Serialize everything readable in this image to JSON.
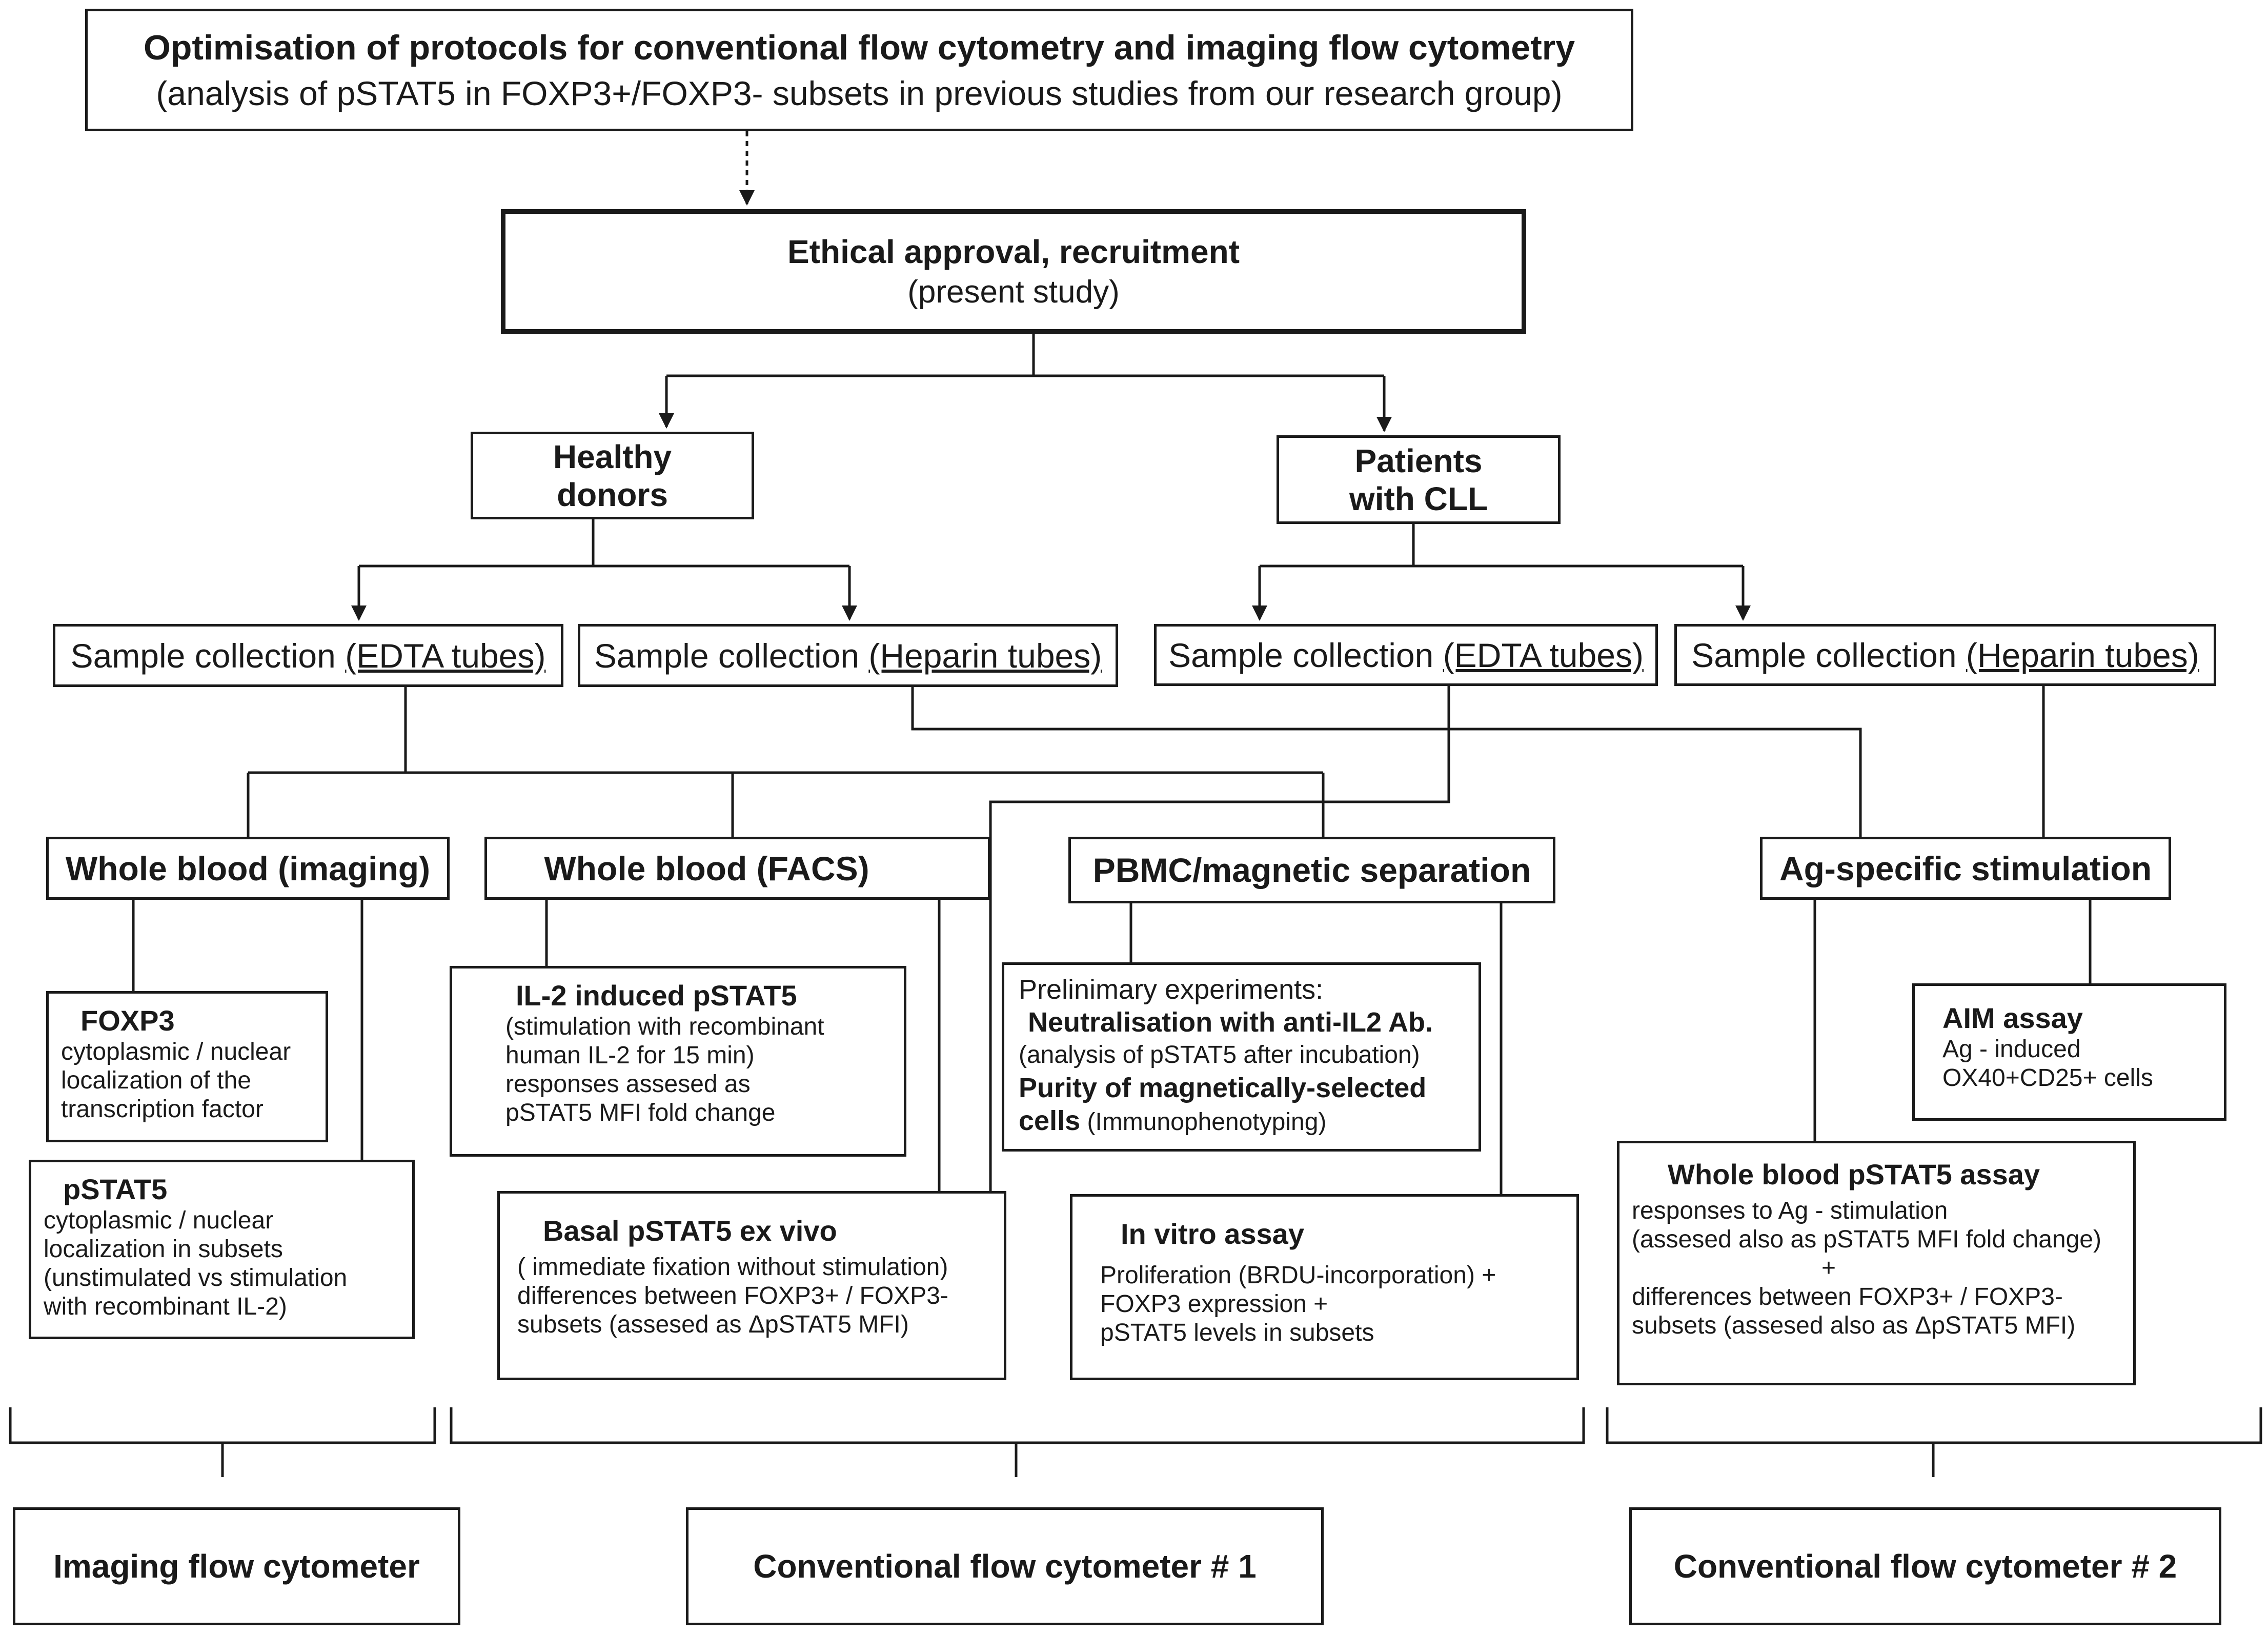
{
  "top": {
    "title": "Optimisation of protocols for conventional flow cytometry and  imaging flow cytometry",
    "subtitle": "(analysis of pSTAT5 in FOXP3+/FOXP3- subsets in  previous studies from our research group)"
  },
  "ethics": {
    "title": "Ethical approval, recruitment",
    "subtitle": "(present study)"
  },
  "groups": {
    "healthy": [
      "Healthy",
      "donors"
    ],
    "patients": [
      "Patients",
      "with CLL"
    ]
  },
  "samples": {
    "prefix": "Sample collection ",
    "edta": "(EDTA tubes)",
    "heparin": "(Heparin  tubes)"
  },
  "categories": {
    "wb_imaging": "Whole blood (imaging)",
    "wb_facs": "Whole blood (FACS)",
    "pbmc": "PBMC/magnetic separation",
    "ag": "Ag-specific stimulation"
  },
  "details": {
    "foxp3": {
      "title": "FOXP3",
      "lines": [
        "cytoplasmic / nuclear",
        "localization of the",
        "transcription factor"
      ]
    },
    "pstat5": {
      "title": "pSTAT5",
      "lines": [
        "cytoplasmic / nuclear",
        "localization in subsets",
        "(unstimulated vs stimulation",
        "with recombinant IL-2)"
      ]
    },
    "il2": {
      "title": "IL-2 induced pSTAT5",
      "lines": [
        "(stimulation with recombinant",
        "human IL-2 for 15 min)",
        "responses assesed as",
        "pSTAT5 MFI fold change"
      ]
    },
    "basal": {
      "title": "Basal pSTAT5 ex vivo",
      "lines": [
        "( immediate fixation without stimulation)",
        "differences between FOXP3+ / FOXP3-",
        "subsets (assesed as ΔpSTAT5 MFI)"
      ]
    },
    "prelim": {
      "intro": "Prelinimary  experiments:",
      "neutral": "Neutralisation with anti-IL2 Ab.",
      "analysis": "(analysis of pSTAT5 after incubation)",
      "purity1": "Purity of magnetically-selected",
      "purity2_bold": "cells",
      "purity2_rest": " (Immunophenotyping)"
    },
    "invitro": {
      "title": "In vitro assay",
      "lines": [
        "Proliferation (BRDU-incorporation) +",
        "FOXP3 expression +",
        "pSTAT5 levels in  subsets"
      ]
    },
    "aim": {
      "title": "AIM  assay",
      "lines": [
        "Ag - induced",
        "OX40+CD25+ cells"
      ]
    },
    "wbassay": {
      "title": "Whole blood pSTAT5 assay",
      "lines": [
        "responses to Ag - stimulation",
        "(assesed also as pSTAT5 MFI fold change)",
        "+",
        "differences between  FOXP3+ / FOXP3-",
        "subsets (assesed also as ΔpSTAT5 MFI)"
      ]
    }
  },
  "instruments": {
    "imaging": "Imaging flow cytometer",
    "conv1": "Conventional  flow cytometer # 1",
    "conv2": "Conventional  flow cytometer # 2"
  }
}
